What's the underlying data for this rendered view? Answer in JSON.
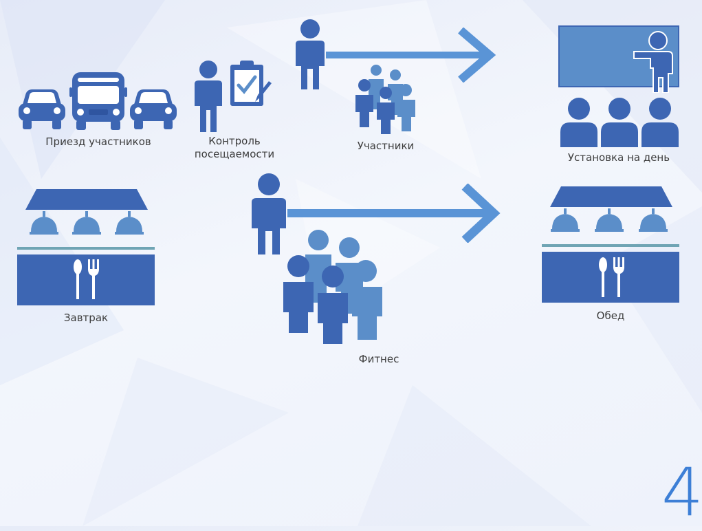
{
  "labels": {
    "arrival": "Приезд участников",
    "attendance": "Контроль посещаемости",
    "participants": "Участники",
    "daily_briefing": "Установка на день",
    "breakfast": "Завтрак",
    "fitness": "Фитнес",
    "lunch": "Обед"
  },
  "slide_number": "4",
  "icons": [
    "car-icon",
    "bus-icon",
    "person-icon",
    "clipboard-check-icon",
    "arrow-right-icon",
    "group-icon",
    "presenter-icon",
    "audience-icon",
    "buffet-icon",
    "spoon-icon",
    "fork-icon"
  ],
  "colors": {
    "primary_blue": "#3d66b3",
    "light_blue": "#5b8ec9",
    "arrow_blue": "#5a94d6",
    "teal_line": "#6fa4b4",
    "text": "#3c3c3c",
    "slide_number": "#3d7fd6"
  }
}
